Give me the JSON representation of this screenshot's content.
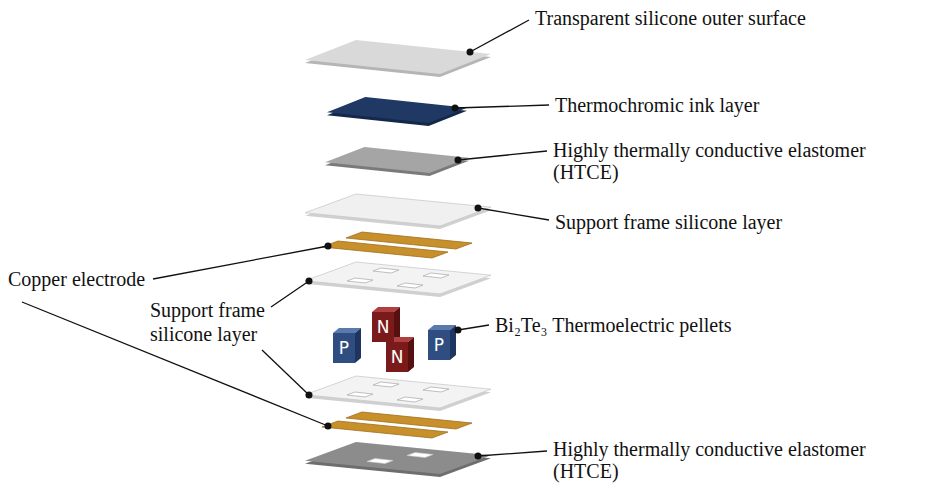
{
  "diagram": {
    "nodes": [
      {
        "text": [
          "P"
        ]
      },
      {
        "text": [
          "N"
        ]
      },
      {
        "text": [
          "N"
        ]
      },
      {
        "text": [
          "P"
        ]
      }
    ],
    "labels": [
      "Transparent silicone outer surface",
      "Thermochromic ink layer",
      "Highly thermally conductive elastomer (HTCE)",
      "Support frame silicone layer",
      "Copper electrode",
      "Support frame silicone layer",
      "Bi₂Te₃ Thermoelectric pellets",
      "Highly thermally conductive elastomer (HTCE)"
    ]
  }
}
